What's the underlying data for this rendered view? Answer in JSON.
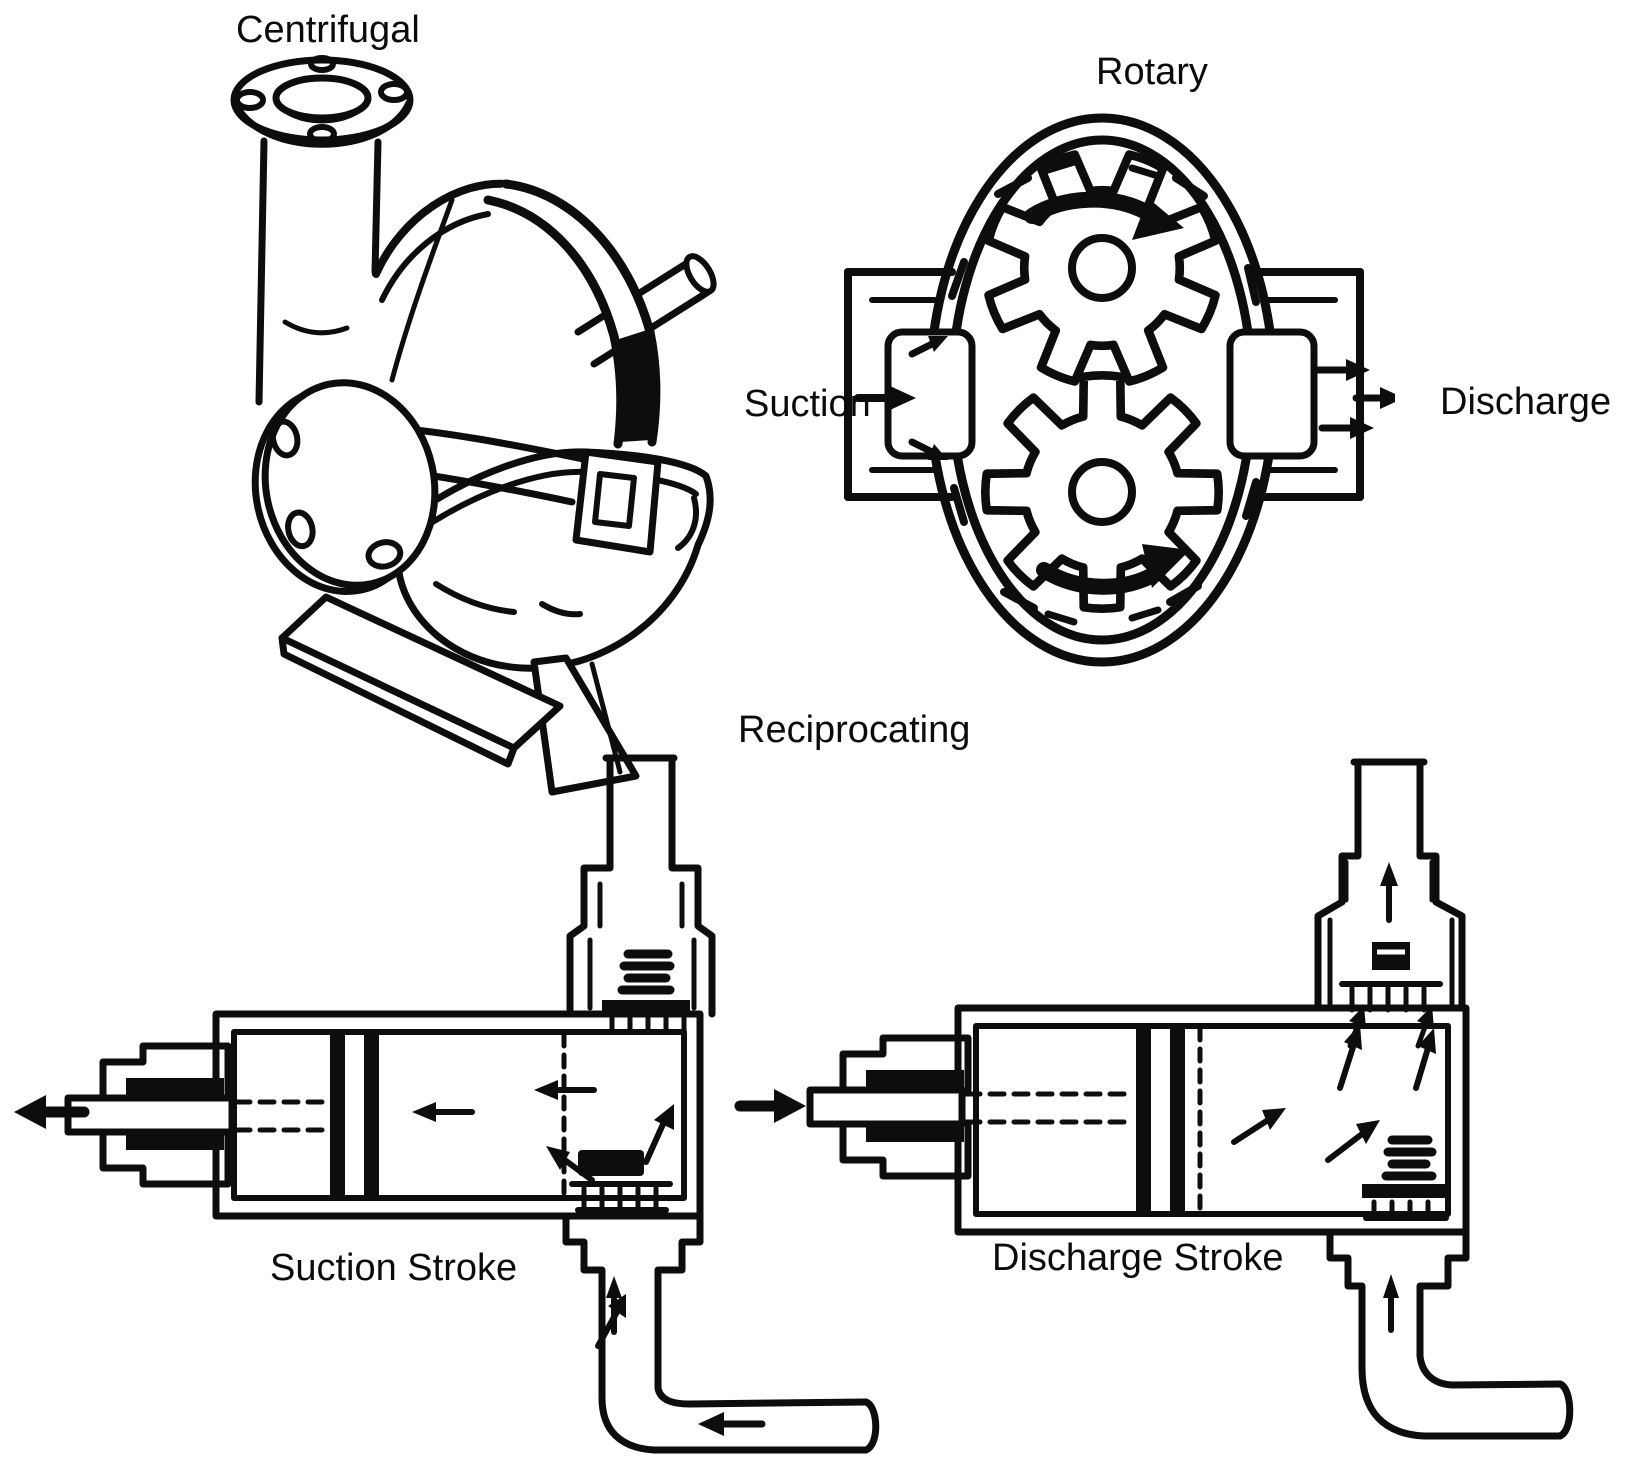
{
  "figure": {
    "background": "#ffffff",
    "ink_color": "#0d0d0d",
    "labels": {
      "centrifugal": "Centrifugal",
      "rotary": "Rotary",
      "rotary_suction": "Suction",
      "rotary_discharge": "Discharge",
      "reciprocating": "Reciprocating",
      "suction_stroke": "Suction Stroke",
      "discharge_stroke": "Discharge Stroke"
    },
    "diagrams": [
      {
        "name": "centrifugal-pump",
        "label": "Centrifugal"
      },
      {
        "name": "rotary-gear-pump",
        "label": "Rotary",
        "left_port_label": "Suction",
        "right_port_label": "Discharge",
        "gear_count": 2
      },
      {
        "name": "reciprocating-pump",
        "label": "Reciprocating",
        "strokes": [
          "Suction Stroke",
          "Discharge Stroke"
        ]
      }
    ]
  }
}
